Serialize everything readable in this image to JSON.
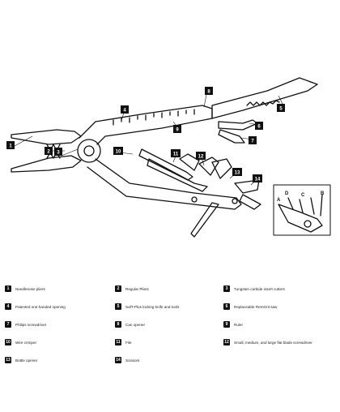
{
  "callouts": [
    "1",
    "2",
    "3",
    "4",
    "5",
    "6",
    "7",
    "8",
    "9",
    "10",
    "11",
    "12",
    "13",
    "14"
  ],
  "inset_labels": [
    "A",
    "B",
    "C",
    "D"
  ],
  "legend": [
    {
      "num": "1",
      "text": "Needlenose pliers"
    },
    {
      "num": "2",
      "text": "Regular Pliers"
    },
    {
      "num": "3",
      "text": "Tungsten carbide insert cutters"
    },
    {
      "num": "4",
      "text": "Patented one-handed opening"
    },
    {
      "num": "5",
      "text": "SafT-Plus locking knife and tools"
    },
    {
      "num": "6",
      "text": "Replaceable RemGrit saw"
    },
    {
      "num": "7",
      "text": "Philips screwdriver"
    },
    {
      "num": "8",
      "text": "Can opener"
    },
    {
      "num": "9",
      "text": "Ruler"
    },
    {
      "num": "10",
      "text": "Wire crimper"
    },
    {
      "num": "11",
      "text": "File"
    },
    {
      "num": "12",
      "text": "Small, medium, and large flat blade screwdriver"
    },
    {
      "num": "13",
      "text": "Bottle opener"
    },
    {
      "num": "14",
      "text": "Scissors"
    }
  ]
}
